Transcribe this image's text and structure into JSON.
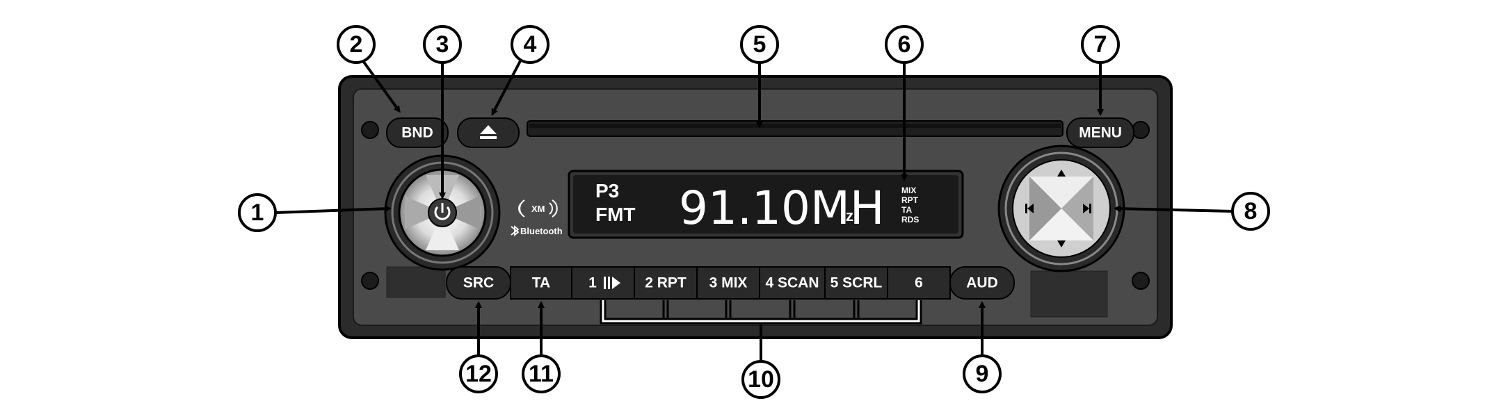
{
  "buttons": {
    "bnd": "BND",
    "menu": "MENU",
    "src": "SRC",
    "ta": "TA",
    "preset1": "1",
    "preset2": "2 RPT",
    "preset3": "3 MIX",
    "preset4": "4 SCAN",
    "preset5": "5 SCRL",
    "preset6": "6",
    "aud": "AUD"
  },
  "display": {
    "preset": "P3",
    "mode": "FMT",
    "frequency": "91.10MH",
    "frequency_suffix": "z",
    "indicators": [
      "MIX",
      "RPT",
      "TA",
      "RDS"
    ]
  },
  "logos": {
    "xm": "XM",
    "bluetooth": "Bluetooth"
  },
  "callouts": [
    "1",
    "2",
    "3",
    "4",
    "5",
    "6",
    "7",
    "8",
    "9",
    "10",
    "11",
    "12"
  ],
  "colors": {
    "panel": "#3a3a3a",
    "face": "#555555",
    "button": "#2a2a2a",
    "lcd": "#1a1a1a",
    "callout_fill": "#ffffff",
    "callout_stroke": "#000000"
  }
}
